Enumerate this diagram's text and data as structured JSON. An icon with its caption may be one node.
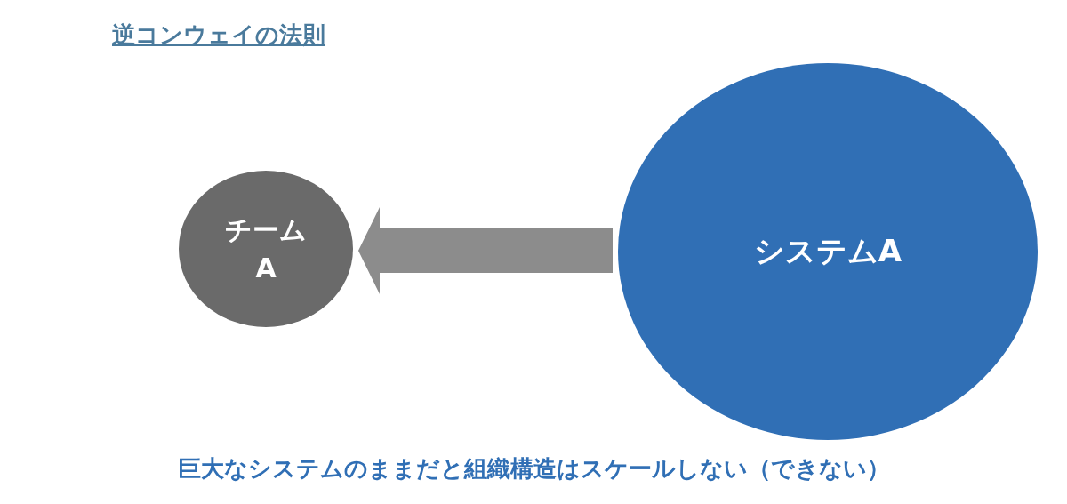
{
  "diagram": {
    "title": "逆コンウェイの法則",
    "caption": "巨大なシステムのままだと組織構造はスケールしない（できない）",
    "nodes": [
      {
        "text": [
          "チームA"
        ]
      },
      {
        "text": [
          "システムA"
        ]
      }
    ],
    "edges": [
      {
        "from": 1,
        "to": 0,
        "arrow": "to"
      }
    ]
  }
}
